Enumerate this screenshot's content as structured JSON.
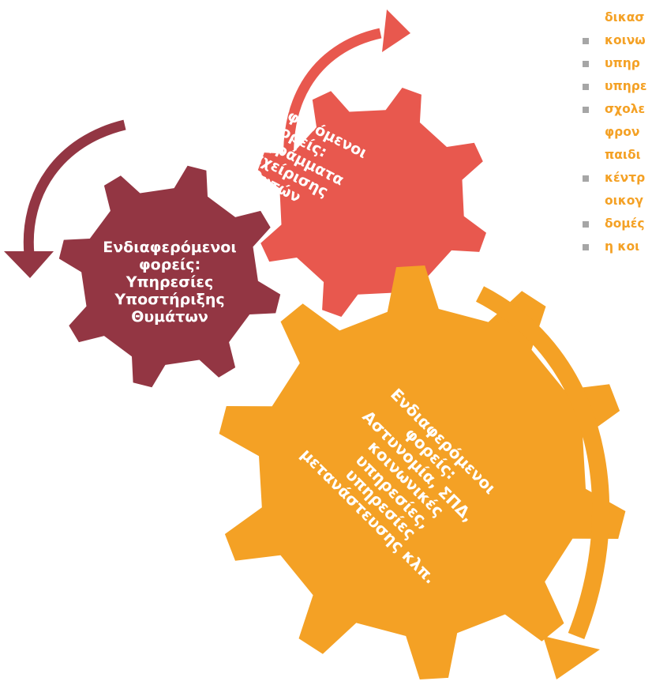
{
  "colors": {
    "red_gear": "#E8584E",
    "wine_gear": "#933643",
    "orange_gear": "#F4A125",
    "bullet": "#A6A6A6"
  },
  "gears": {
    "programs": {
      "lines": [
        "Ενδιαφερόμενοι",
        "φορείς:",
        "Προγράμματα",
        "Διαχείρισης",
        "Θυτών"
      ]
    },
    "victim_support": {
      "lines": [
        "Ενδιαφερόμενοι",
        "φορείς:",
        "Υπηρεσίες",
        "Υποστήριξης",
        "Θυμάτων"
      ]
    },
    "agencies": {
      "lines": [
        "Ενδιαφερόμενοι",
        "φορείς:",
        "Αστυνομία, ΣΠΔ,",
        "κοινωνικές",
        "υπηρεσίες,",
        "υπηρεσίες",
        "μετανάστευσης κλπ."
      ]
    }
  },
  "side_list": [
    {
      "text": "δικασ",
      "bullet": false
    },
    {
      "text": "κοινω",
      "bullet": true
    },
    {
      "text": "υπηρ",
      "bullet": true
    },
    {
      "text": "υπηρε",
      "bullet": true
    },
    {
      "text": "σχολε",
      "bullet": true
    },
    {
      "text": "φρον",
      "bullet": false
    },
    {
      "text": "παιδι",
      "bullet": false
    },
    {
      "text": "κέντρ",
      "bullet": true
    },
    {
      "text": "οικογ",
      "bullet": false
    },
    {
      "text": "δομές",
      "bullet": true
    },
    {
      "text": "η κοι",
      "bullet": true
    }
  ]
}
